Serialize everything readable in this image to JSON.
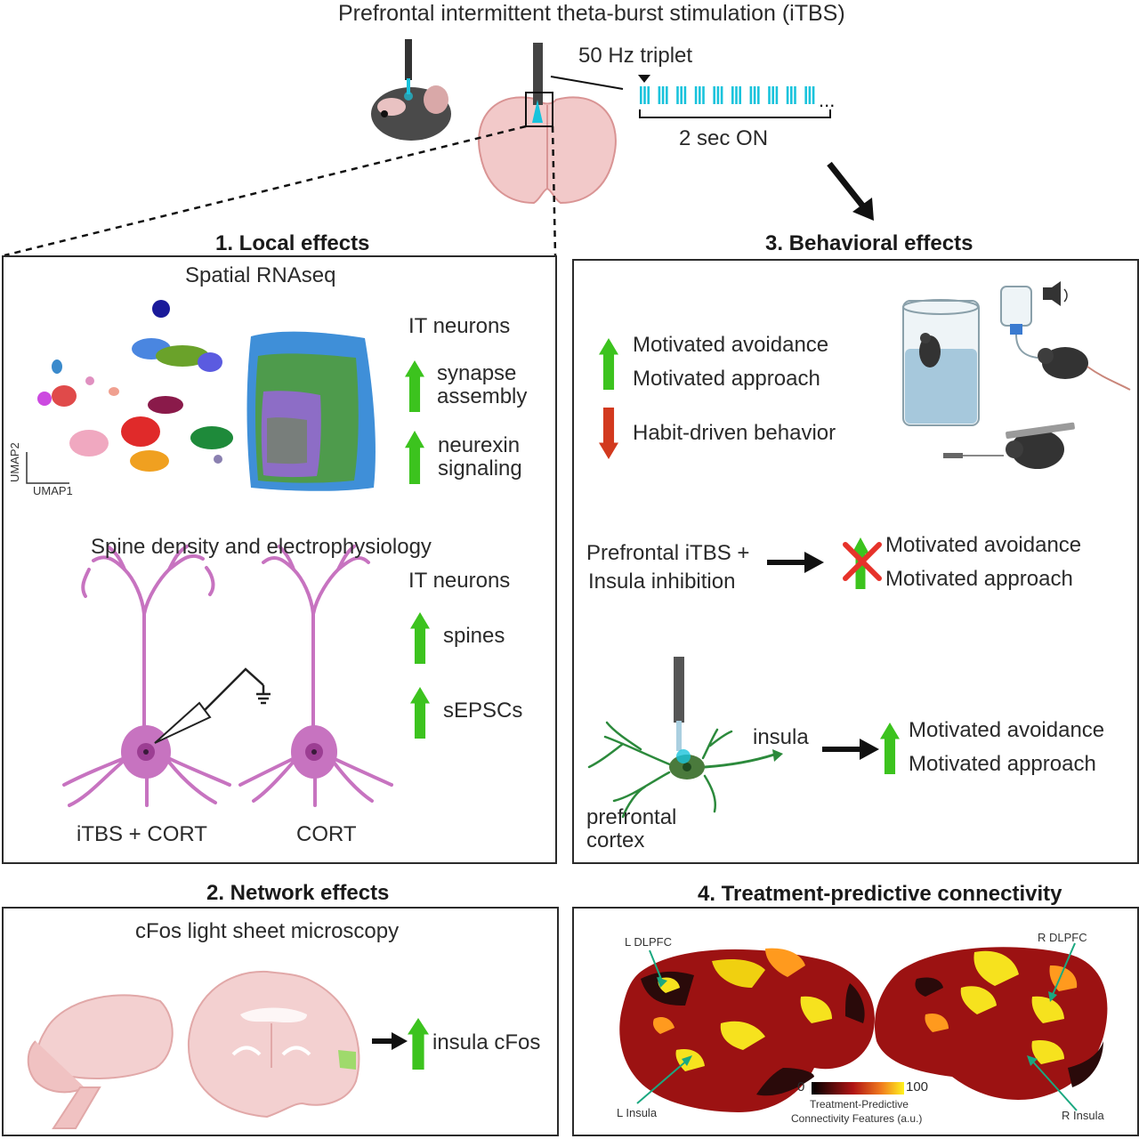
{
  "header": {
    "title": "Prefrontal intermittent theta-burst stimulation (iTBS)",
    "triplet_label": "50 Hz triplet",
    "on_label": "2 sec ON"
  },
  "panel1": {
    "title": "1.  Local effects",
    "spatial_title": "Spatial RNAseq",
    "it_neurons_1": "IT neurons",
    "synapse_line1": "synapse",
    "synapse_line2": "assembly",
    "neurexin_line1": "neurexin",
    "neurexin_line2": "signaling",
    "umap1": "UMAP1",
    "umap2": "UMAP2",
    "spine_title": "Spine density and electrophysiology",
    "it_neurons_2": "IT neurons",
    "spines": "spines",
    "sepscs": "sEPSCs",
    "neuron_left_label": "iTBS + CORT",
    "neuron_right_label": "CORT"
  },
  "panel2": {
    "title": "2. Network effects",
    "subtitle": "cFos light sheet microscopy",
    "result": "insula cFos"
  },
  "panel3": {
    "title": "3. Behavioral effects",
    "up1": "Motivated avoidance",
    "up2": "Motivated approach",
    "down1": "Habit-driven behavior",
    "combo_line1": "Prefrontal iTBS +",
    "combo_line2": "Insula inhibition",
    "combo_out1": "Motivated avoidance",
    "combo_out2": "Motivated approach",
    "insula": "insula",
    "pfc_line1": "prefrontal",
    "pfc_line2": "cortex",
    "circuit_out1": "Motivated avoidance",
    "circuit_out2": "Motivated approach"
  },
  "panel4": {
    "title": "4. Treatment-predictive connectivity",
    "l_dlpfc": "L DLPFC",
    "r_dlpfc": "R DLPFC",
    "l_insula": "L Insula",
    "r_insula": "R Insula",
    "scale_min": "0",
    "scale_max": "100",
    "scale_label1": "Treatment-Predictive",
    "scale_label2": "Connectivity Features (a.u.)"
  },
  "colors": {
    "up_arrow": "#3cc31e",
    "down_arrow": "#d2391e",
    "cross": "#e6322a",
    "pulse": "#19c3dc",
    "neuron": "#c773c0",
    "axon": "#2c8a3c"
  }
}
